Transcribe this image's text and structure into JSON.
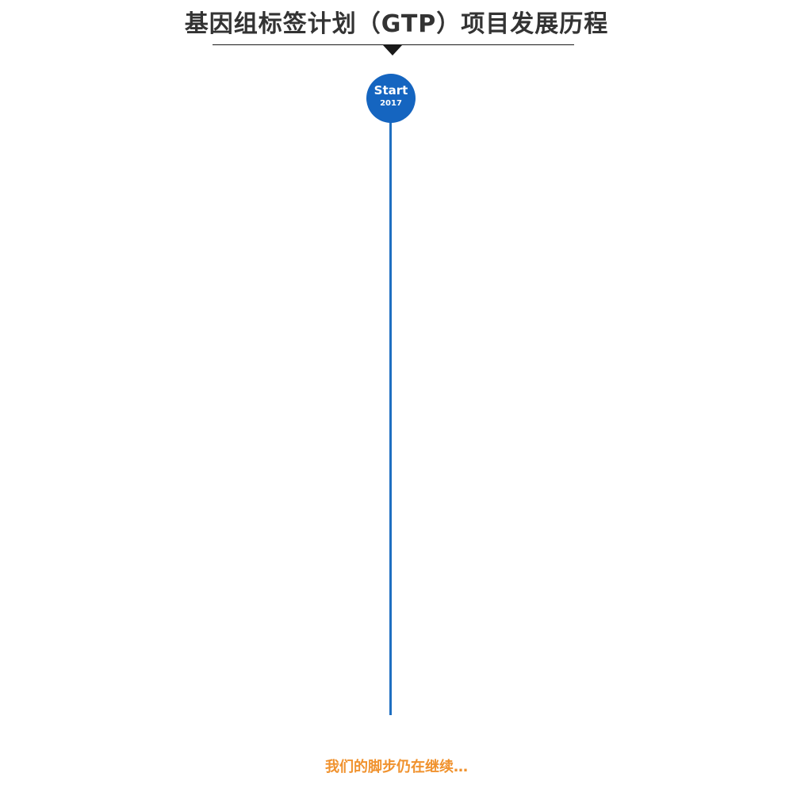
{
  "header": {
    "title": "基因组标签计划（GTP）项目发展历程"
  },
  "timeline": {
    "start_label": "Start",
    "start_year": "2017",
    "line_color": "#1f6fc1",
    "node_color": "#1565c0"
  },
  "footer": {
    "text": "我们的脚步仍在继续…",
    "color": "#f0922e"
  }
}
